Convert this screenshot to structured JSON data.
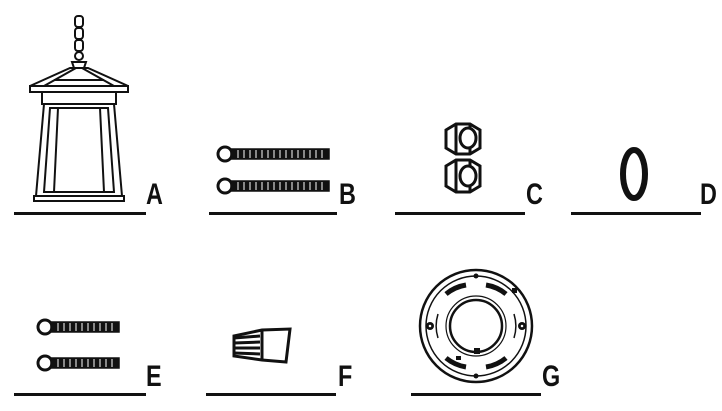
{
  "parts": [
    {
      "id": "A",
      "label": "A",
      "icon": "lantern-icon"
    },
    {
      "id": "B",
      "label": "B",
      "icon": "long-screws-icon"
    },
    {
      "id": "C",
      "label": "C",
      "icon": "hex-nuts-icon"
    },
    {
      "id": "D",
      "label": "D",
      "icon": "o-ring-icon"
    },
    {
      "id": "E",
      "label": "E",
      "icon": "short-screws-icon"
    },
    {
      "id": "F",
      "label": "F",
      "icon": "wire-nut-icon"
    },
    {
      "id": "G",
      "label": "G",
      "icon": "mounting-plate-icon"
    }
  ],
  "colors": {
    "ink": "#111111",
    "paper": "#ffffff"
  }
}
